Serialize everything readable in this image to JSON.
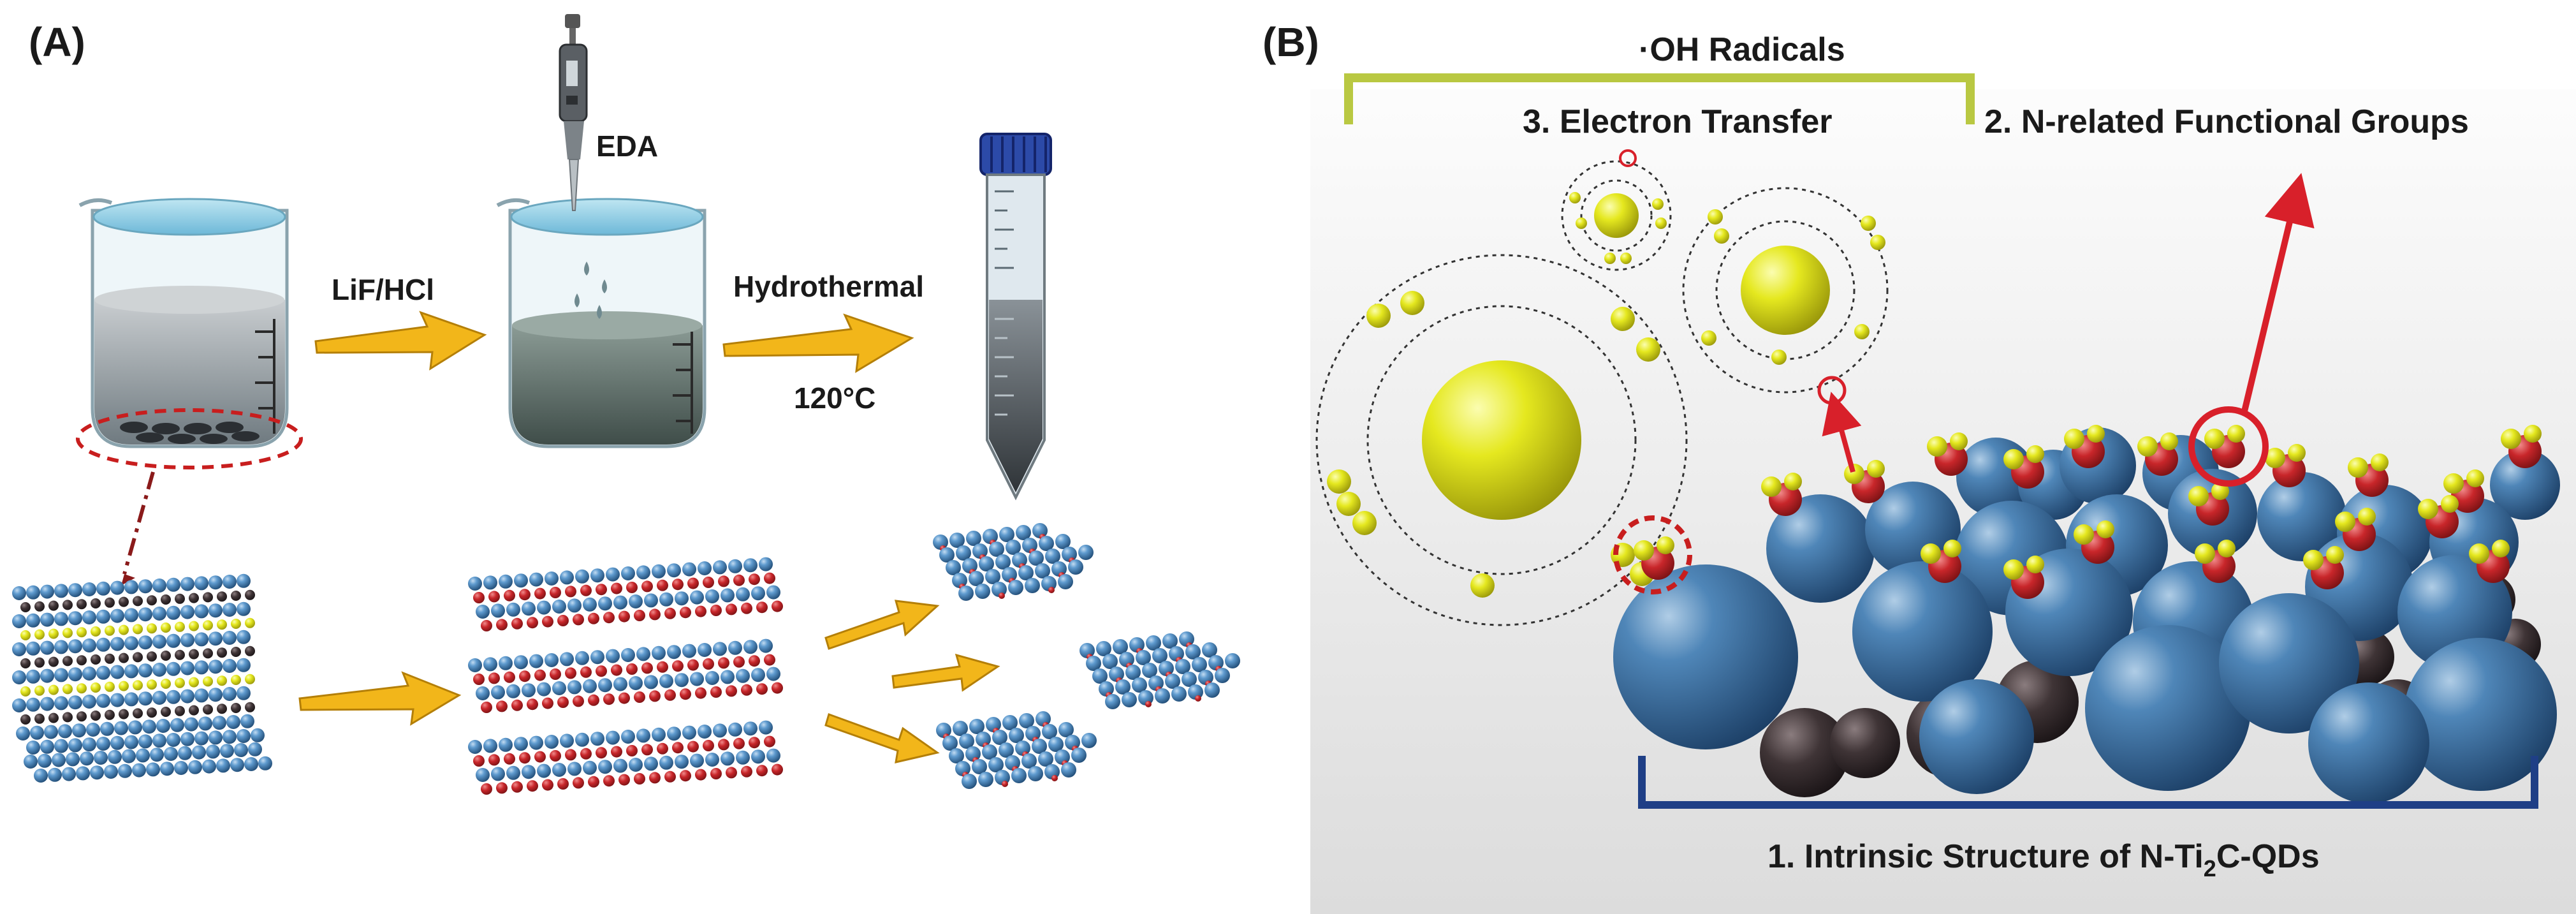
{
  "panel_a": {
    "label": "(A)",
    "reagent_1": "LiF/HCl",
    "reagent_2": "EDA",
    "process": "Hydrothermal",
    "temperature": "120°C"
  },
  "panel_b": {
    "label": "(B)",
    "oh_radicals": "·OH Radicals",
    "electron_transfer": "3. Electron Transfer",
    "functional_groups": "2. N-related Functional Groups",
    "structure_prefix": "1. Intrinsic Structure of N-Ti",
    "structure_sub": "2",
    "structure_suffix": "C-QDs"
  },
  "colors": {
    "ti_atom": "#3f7fb6",
    "carbon_atom": "#3b3032",
    "n_atom": "#cc2a2a",
    "h_atom": "#e6ea1a",
    "arrow": "#f2b61a",
    "oh_bracket": "#b9c842",
    "structure_bracket": "#1f3f86",
    "highlight": "#d8202a"
  }
}
